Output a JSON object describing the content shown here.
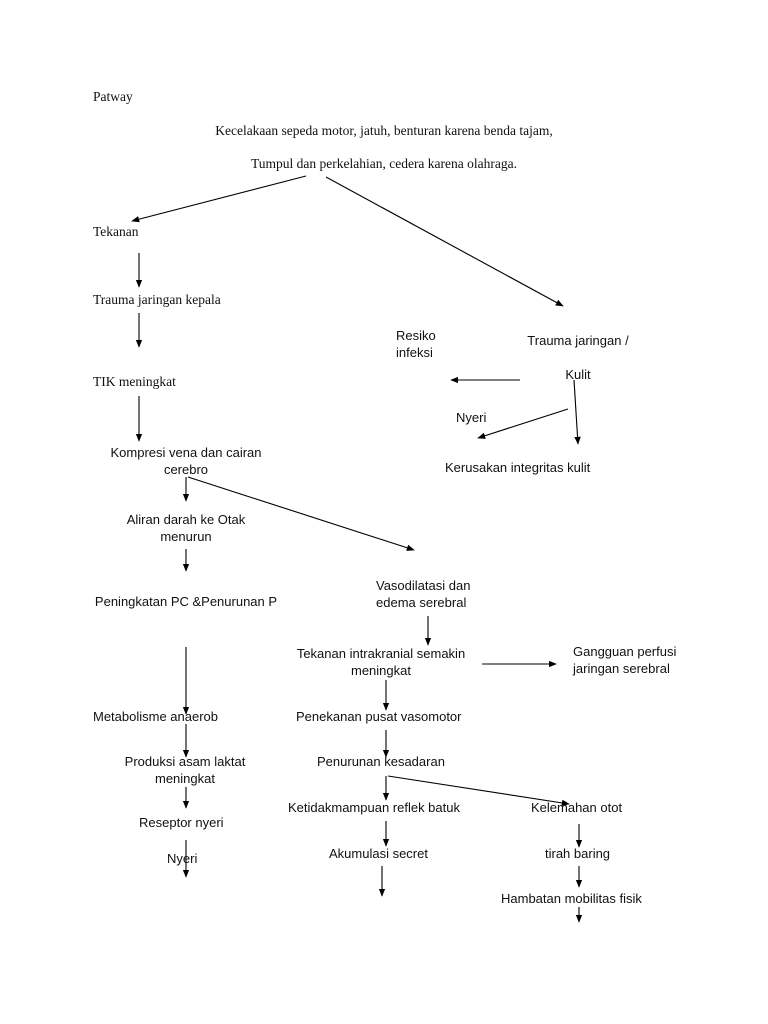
{
  "title": "Patway",
  "cause": {
    "line1": "Kecelakaan sepeda motor, jatuh, benturan karena benda tajam,",
    "line2": "Tumpul dan perkelahian, cedera karena olahraga."
  },
  "left_branch": {
    "tekanan": "Tekanan",
    "trauma_kepala": "Trauma jaringan kepala",
    "tik": "TIK meningkat",
    "kompresi": "Kompresi vena dan cairan cerebro",
    "aliran": "Aliran darah ke Otak menurun",
    "peningkatan": "Peningkatan PC &Penurunan P",
    "metabolisme": "Metabolisme anaerob",
    "produksi": "Produksi asam laktat meningkat",
    "reseptor": "Reseptor nyeri",
    "nyeri": "Nyeri"
  },
  "middle_branch": {
    "vasodilatasi": "Vasodilatasi dan edema serebral",
    "tekanan_intrakranial": "Tekanan intrakranial semakin meningkat",
    "gangguan": "Gangguan perfusi jaringan serebral",
    "penekanan": "Penekanan pusat vasomotor",
    "penurunan": "Penurunan kesadaran",
    "ketidakmampuan": "Ketidakmampuan reflek batuk",
    "akumulasi": "Akumulasi secret",
    "kelemahan": "Kelemahan otot",
    "tirah": "tirah baring",
    "hambatan": "Hambatan mobilitas fisik"
  },
  "right_branch": {
    "trauma_kulit": "Trauma jaringan / Kulit",
    "resiko": "Resiko infeksi",
    "nyeri": "Nyeri",
    "kerusakan": "Kerusakan integritas kulit"
  }
}
